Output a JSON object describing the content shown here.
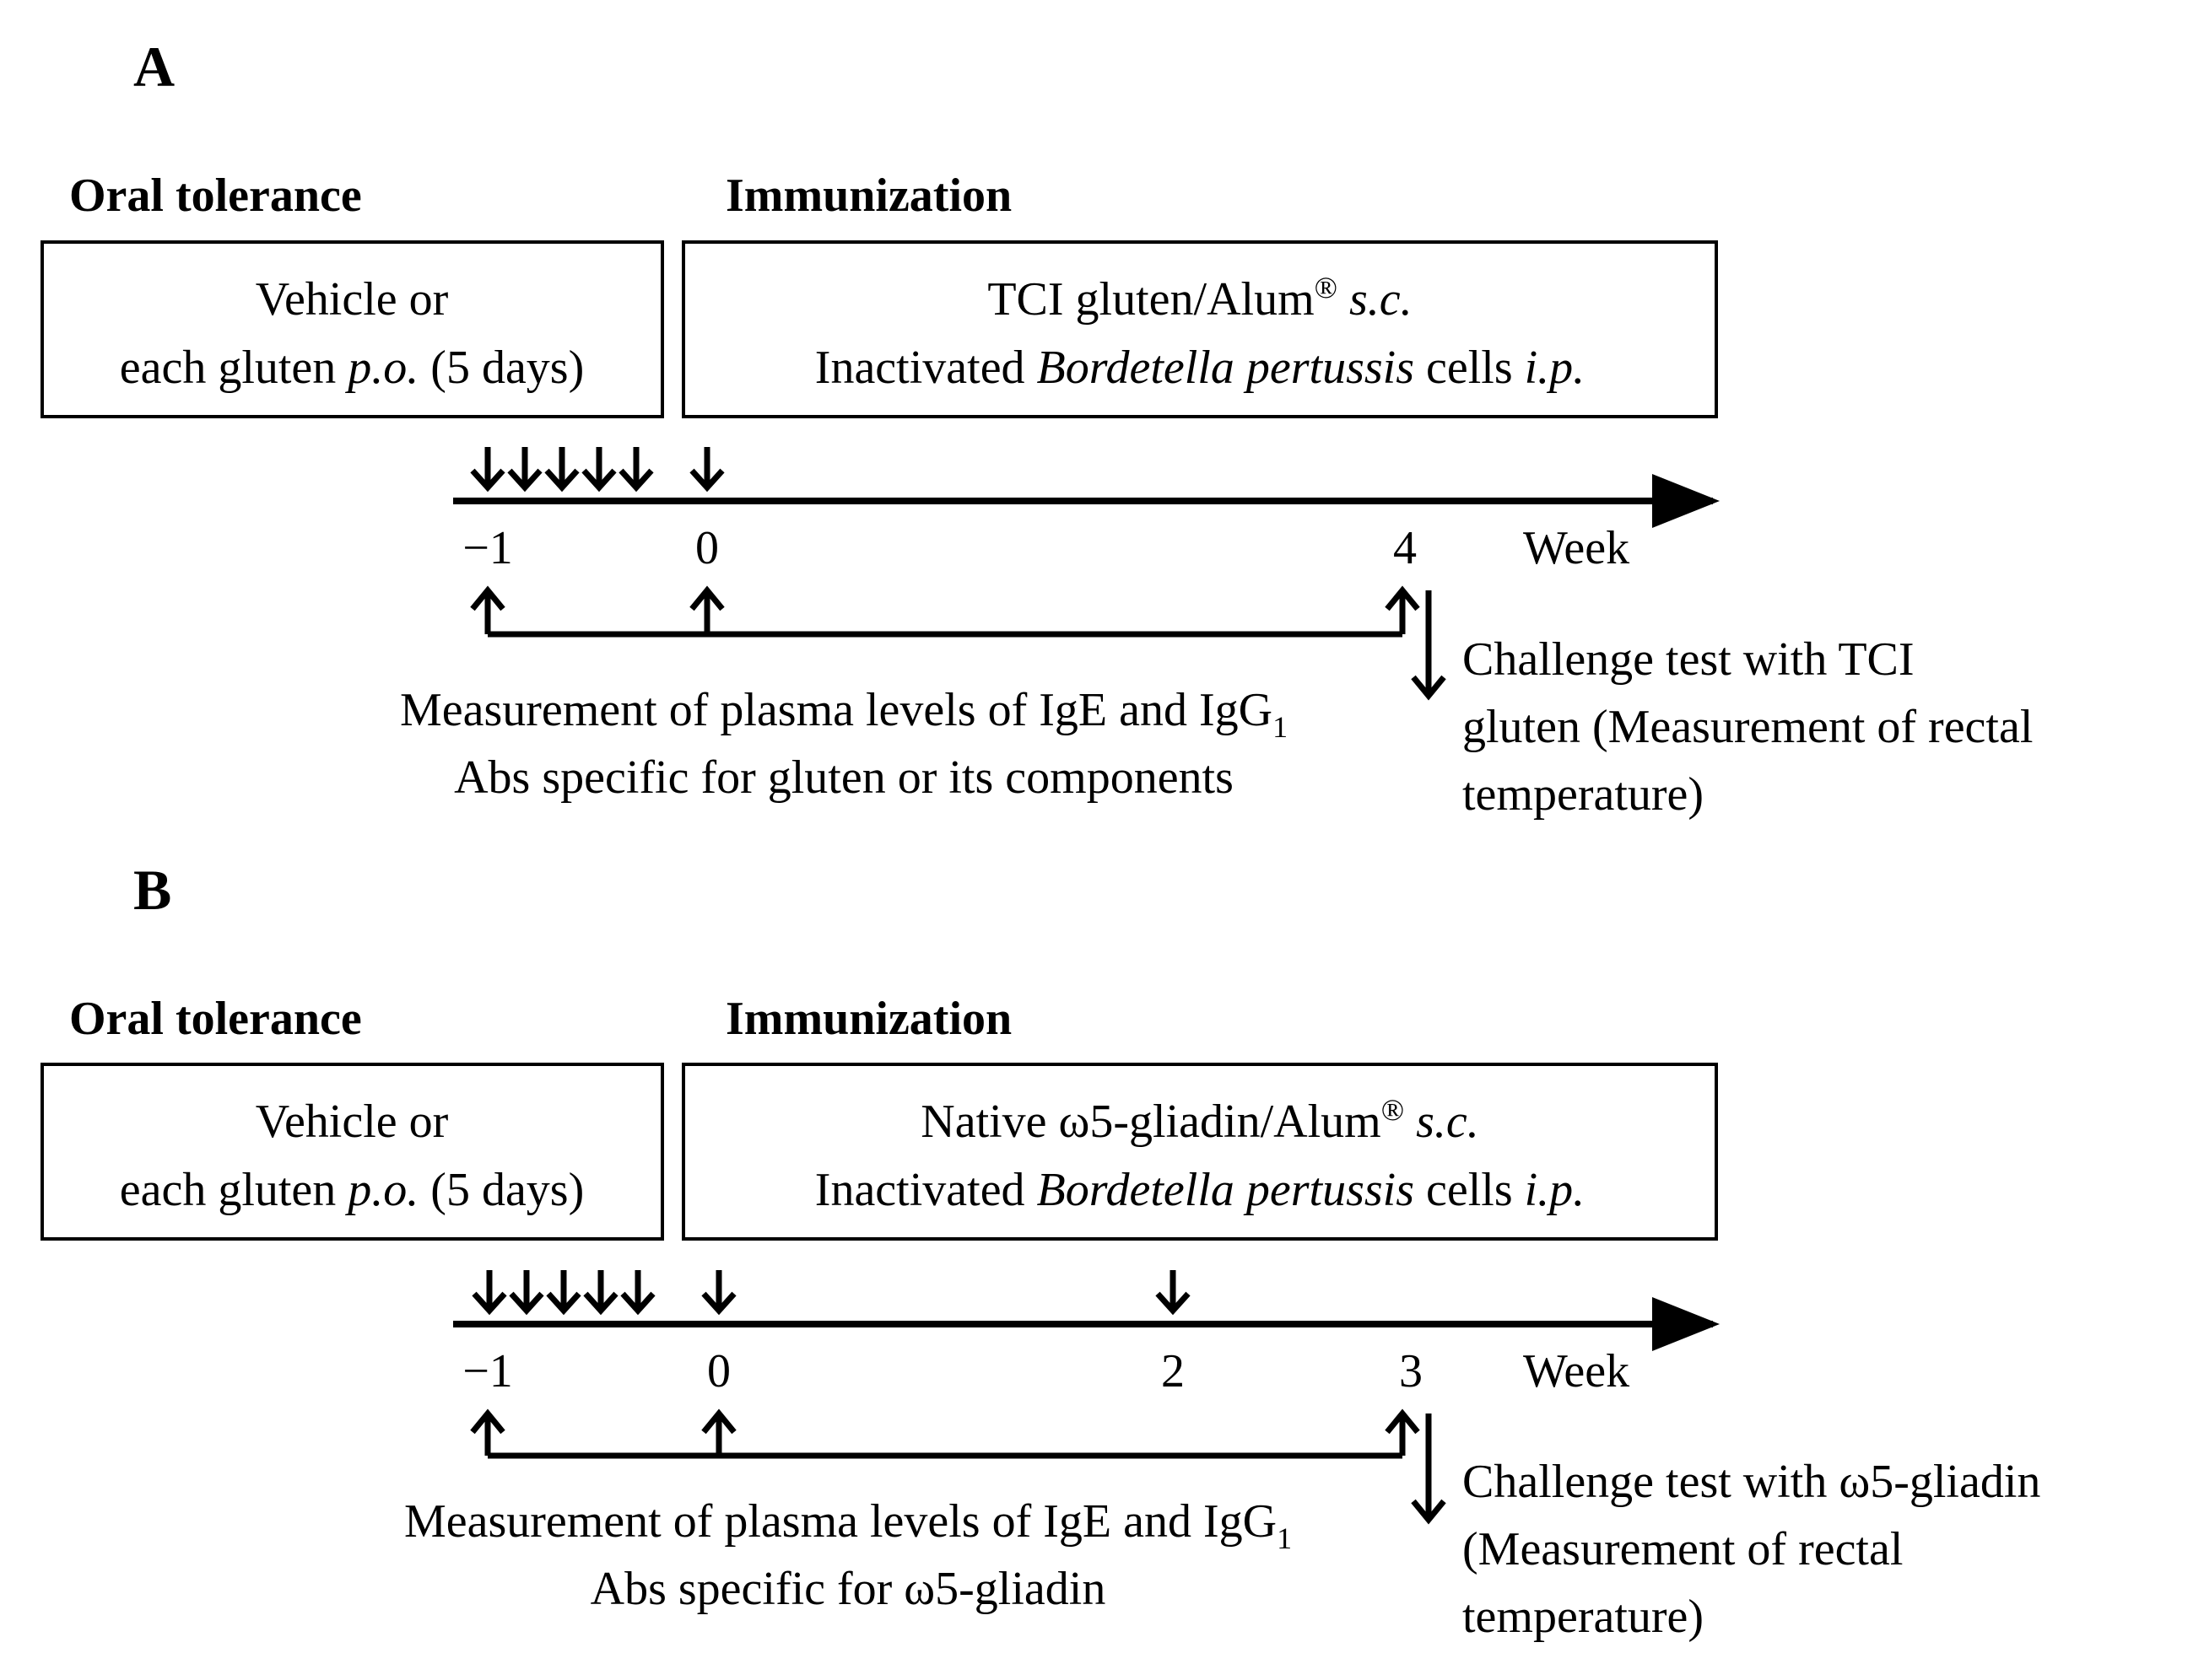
{
  "panels": [
    {
      "letter": "A",
      "oral_header": "Oral tolerance",
      "immun_header": "Immunization",
      "oral_box": {
        "line1": "Vehicle or",
        "line2_pre": "each gluten ",
        "line2_route": "p.o.",
        "line2_post": " (5 days)"
      },
      "immun_box": {
        "line1_pre": "TCI gluten/Alum",
        "line1_reg": "®",
        "line1_route": "s.c.",
        "line2_pre": "Inactivated ",
        "line2_species": "Bordetella pertussis",
        "line2_mid": " cells ",
        "line2_route": "i.p."
      },
      "ticks": [
        "−1",
        "0",
        "4"
      ],
      "axis_unit": "Week",
      "measure": {
        "line1_pre": "Measurement of plasma levels of IgE and IgG",
        "line1_sub": "1",
        "line2": "Abs specific for gluten or its components"
      },
      "challenge": [
        "Challenge test with TCI",
        "gluten (Measurement of rectal",
        "temperature)"
      ]
    },
    {
      "letter": "B",
      "oral_header": "Oral tolerance",
      "immun_header": "Immunization",
      "oral_box": {
        "line1": "Vehicle or",
        "line2_pre": "each gluten ",
        "line2_route": "p.o.",
        "line2_post": " (5 days)"
      },
      "immun_box": {
        "line1_pre": "Native ω5-gliadin/Alum",
        "line1_reg": "®",
        "line1_route": "s.c.",
        "line2_pre": "Inactivated ",
        "line2_species": "Bordetella pertussis",
        "line2_mid": " cells ",
        "line2_route": "i.p."
      },
      "ticks": [
        "−1",
        "0",
        "2",
        "3"
      ],
      "axis_unit": "Week",
      "measure": {
        "line1_pre": "Measurement of plasma levels of IgE and IgG",
        "line1_sub": "1",
        "line2": "Abs specific for ω5-gliadin"
      },
      "challenge": [
        "Challenge test with ω5-gliadin",
        "(Measurement of rectal",
        "temperature)"
      ]
    }
  ]
}
